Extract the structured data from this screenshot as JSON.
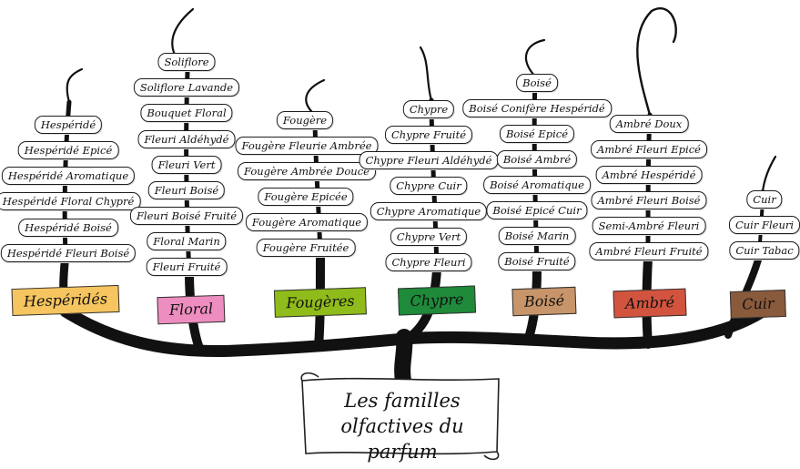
{
  "title": {
    "line1": "Les familles",
    "line2": "olfactives du parfum"
  },
  "families": [
    {
      "name": "Hespéridés",
      "color": "#f6c55f",
      "items": [
        "Hespéridé",
        "Hespéridé Epicé",
        "Hespéridé Aromatique",
        "Hespéridé Floral Chypré",
        "Hespéridé Boisé",
        "Hespéridé Fleuri Boisé"
      ]
    },
    {
      "name": "Floral",
      "color": "#ee8ec0",
      "items": [
        "Soliflore",
        "Soliflore Lavande",
        "Bouquet Floral",
        "Fleuri Aldéhydé",
        "Fleuri Vert",
        "Fleuri Boisé",
        "Fleuri Boisé Fruité",
        "Floral Marin",
        "Fleuri Fruité"
      ]
    },
    {
      "name": "Fougères",
      "color": "#8fbc1a",
      "items": [
        "Fougère",
        "Fougère Fleurie Ambrée",
        "Fougère Ambrée Douce",
        "Fougère Epicée",
        "Fougère Aromatique",
        "Fougère Fruitée"
      ]
    },
    {
      "name": "Chypre",
      "color": "#1e8a3a",
      "items": [
        "Chypre",
        "Chypre Fruité",
        "Chypre Fleuri Aldéhydé",
        "Chypre Cuir",
        "Chypre Aromatique",
        "Chypre Vert",
        "Chypre Fleuri"
      ]
    },
    {
      "name": "Boisé",
      "color": "#c8956a",
      "items": [
        "Boisé",
        "Boisé Conifère Hespéridé",
        "Boisé Epicé",
        "Boisé Ambré",
        "Boisé Aromatique",
        "Boisé Epicé Cuir",
        "Boisé Marin",
        "Boisé Fruité"
      ]
    },
    {
      "name": "Ambré",
      "color": "#d2543f",
      "items": [
        "Ambré Doux",
        "Ambré Fleuri Epicé",
        "Ambré Hespéridé",
        "Ambré Fleuri Boisé",
        "Semi-Ambré Fleuri",
        "Ambré Fleuri Fruité"
      ]
    },
    {
      "name": "Cuir",
      "color": "#8a5a3c",
      "items": [
        "Cuir",
        "Cuir Fleuri",
        "Cuir Tabac"
      ]
    }
  ]
}
